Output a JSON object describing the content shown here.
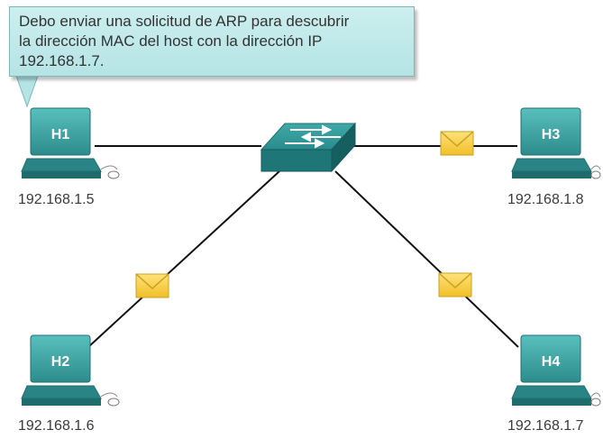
{
  "callout": {
    "lines": [
      "Debo enviar una solicitud de ARP para descubrir",
      "la dirección MAC del host con la dirección IP",
      "192.168.1.7."
    ]
  },
  "hosts": [
    {
      "id": "h1",
      "label": "H1",
      "ip": "192.168.1.5"
    },
    {
      "id": "h2",
      "label": "H2",
      "ip": "192.168.1.6"
    },
    {
      "id": "h3",
      "label": "H3",
      "ip": "192.168.1.8"
    },
    {
      "id": "h4",
      "label": "H4",
      "ip": "192.168.1.7"
    }
  ],
  "colors": {
    "computer": "#2f9191",
    "computer_light": "#45b0ae",
    "switch": "#2a8c8d",
    "link": "#111111",
    "envelope": "#f7cf3b",
    "callout_bg": "#c2e9ea"
  }
}
